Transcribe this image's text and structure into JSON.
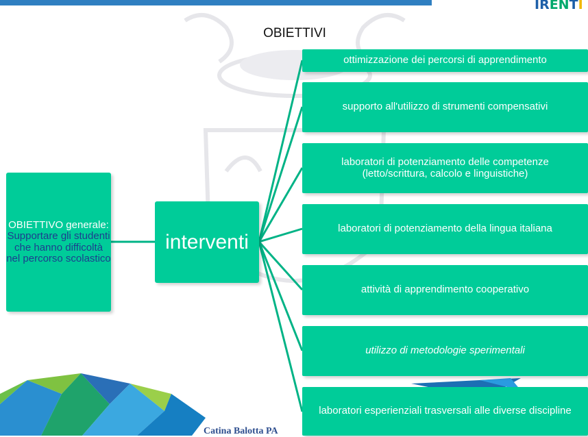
{
  "header": {
    "logo_text": "IRENTI",
    "bar_color": "#2f7fc1"
  },
  "title": "OBIETTIVI",
  "goal": {
    "line1": "OBIETTIVO generale:",
    "line2": "Supportare gli studenti che hanno difficoltà nel percorso scolastico"
  },
  "hub": {
    "label": "interventi"
  },
  "interventions": [
    {
      "label": "ottimizzazione dei percorsi di apprendimento"
    },
    {
      "label": "supporto all'utilizzo di strumenti compensativi"
    },
    {
      "label": "laboratori di potenziamento delle competenze (letto/scrittura, calcolo e linguistiche)"
    },
    {
      "label": "laboratori di potenziamento della lingua italiana"
    },
    {
      "label": "attività di apprendimento cooperativo"
    },
    {
      "label": "utilizzo di metodologie sperimentali"
    },
    {
      "label": "laboratori esperienziali trasversali alle diverse discipline"
    }
  ],
  "footer": {
    "author": "Catina Balotta PA"
  },
  "colors": {
    "box": "#00cc99",
    "connector": "#00b386",
    "goal_text": "#1d3d8f"
  }
}
